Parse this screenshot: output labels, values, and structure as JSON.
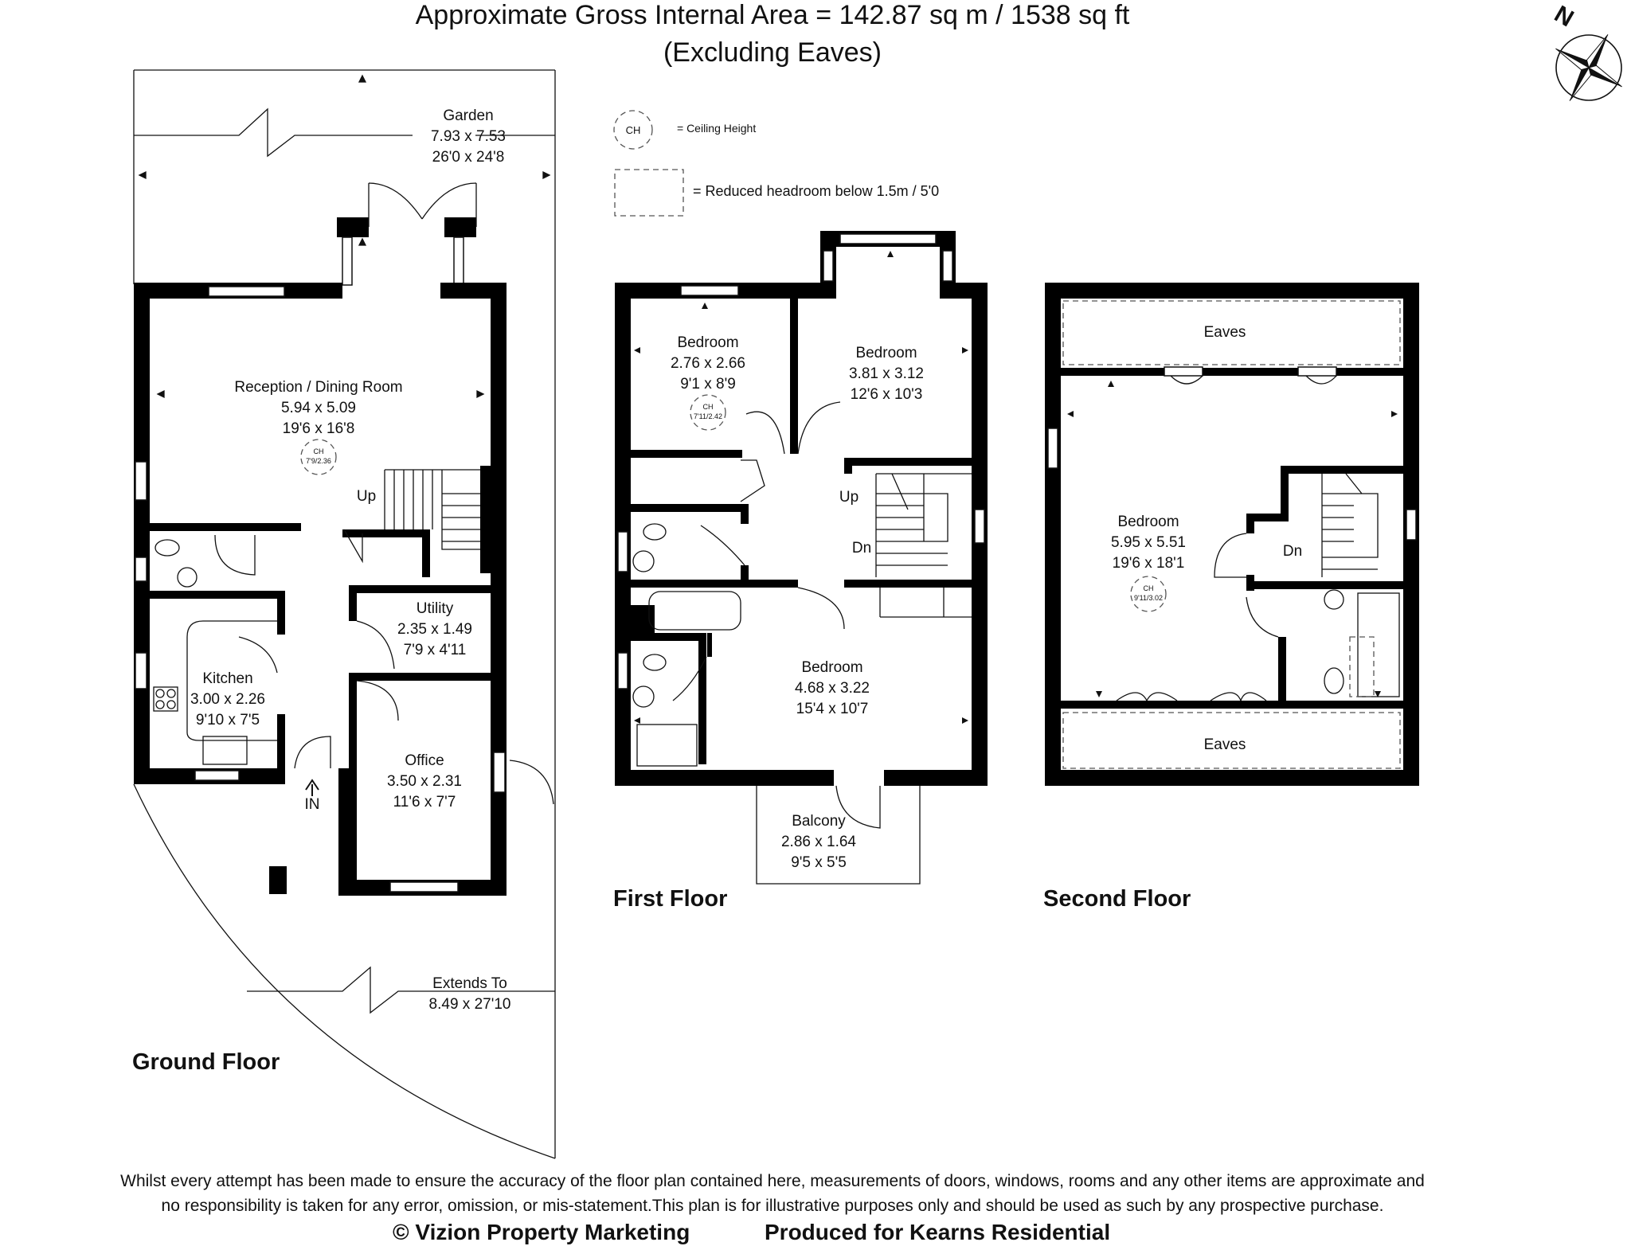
{
  "header": {
    "title_line1": "Approximate Gross Internal Area = 142.87 sq m / 1538 sq ft",
    "title_line2": "(Excluding Eaves)"
  },
  "compass": {
    "label": "N",
    "icon": "compass-rose-icon"
  },
  "legend": {
    "ch_symbol": "CH",
    "ch_text": "= Ceiling Height",
    "reduced_text": "= Reduced headroom below 1.5m / 5'0"
  },
  "ground_floor": {
    "label": "Ground Floor",
    "garden": {
      "name": "Garden",
      "metric": "7.93 x 7.53",
      "imperial": "26'0 x 24'8"
    },
    "reception": {
      "name": "Reception / Dining Room",
      "metric": "5.94 x 5.09",
      "imperial": "19'6 x 16'8",
      "ch": "CH",
      "ch_value": "7'9/2.36"
    },
    "utility": {
      "name": "Utility",
      "metric": "2.35 x 1.49",
      "imperial": "7'9 x 4'11"
    },
    "kitchen": {
      "name": "Kitchen",
      "metric": "3.00 x 2.26",
      "imperial": "9'10 x 7'5"
    },
    "office": {
      "name": "Office",
      "metric": "3.50 x 2.31",
      "imperial": "11'6 x 7'7"
    },
    "extends": {
      "name": "Extends To",
      "metric": "8.49 x 27'10"
    },
    "stairs_up": "Up",
    "entrance": "IN"
  },
  "first_floor": {
    "label": "First Floor",
    "bedroom_a": {
      "name": "Bedroom",
      "metric": "2.76 x 2.66",
      "imperial": "9'1 x 8'9",
      "ch": "CH",
      "ch_value": "7'11/2.42"
    },
    "bedroom_b": {
      "name": "Bedroom",
      "metric": "3.81 x 3.12",
      "imperial": "12'6 x 10'3"
    },
    "bedroom_c": {
      "name": "Bedroom",
      "metric": "4.68 x 3.22",
      "imperial": "15'4 x 10'7"
    },
    "balcony": {
      "name": "Balcony",
      "metric": "2.86 x 1.64",
      "imperial": "9'5 x 5'5"
    },
    "stairs_up": "Up",
    "stairs_down": "Dn"
  },
  "second_floor": {
    "label": "Second Floor",
    "eaves_top": "Eaves",
    "eaves_bottom": "Eaves",
    "bedroom": {
      "name": "Bedroom",
      "metric": "5.95 x 5.51",
      "imperial": "19'6 x 18'1",
      "ch": "CH",
      "ch_value": "9'11/3.02"
    },
    "stairs_down": "Dn"
  },
  "footer": {
    "disclaimer_line1": "Whilst every attempt has been made to ensure the accuracy of the floor plan contained here, measurements of doors, windows, rooms and any other items are approximate and",
    "disclaimer_line2": "no responsibility is taken for any error, omission, or mis-statement.This plan is for illustrative purposes only and should be used as such by any prospective purchase.",
    "credit_left": "© Vizion Property Marketing",
    "credit_right": "Produced for Kearns Residential"
  }
}
